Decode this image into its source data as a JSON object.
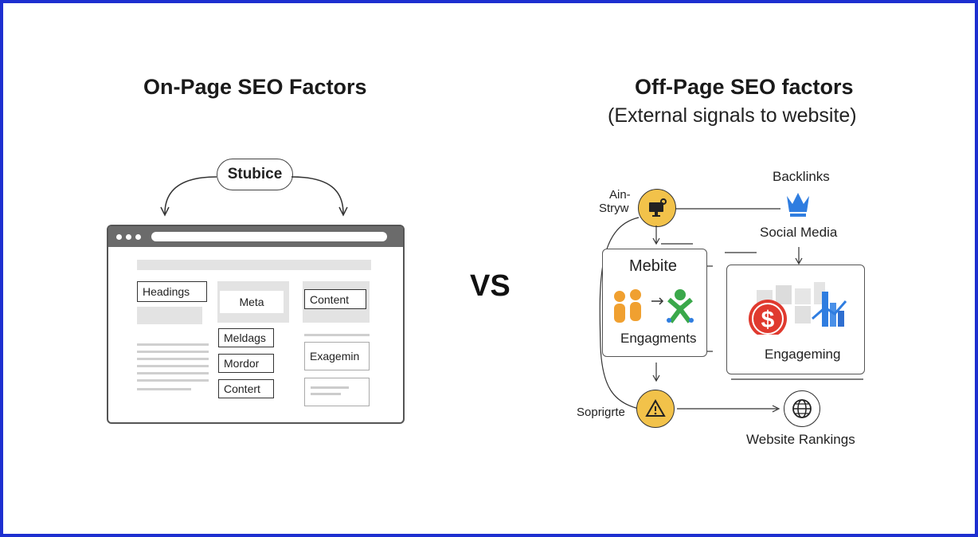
{
  "colors": {
    "frame": "#1d2fd0",
    "accent_yellow": "#f2c24a",
    "accent_blue": "#2f7de0",
    "accent_green": "#3aa84a",
    "accent_orange": "#f0a030",
    "accent_red": "#e03a2f"
  },
  "left": {
    "title": "On-Page SEO Factors",
    "pill": "Stubice",
    "boxes": {
      "headings": "Headings",
      "meta": "Meta",
      "content_top": "Content",
      "meldags": "Meldags",
      "mordor": "Mordor",
      "contert": "Contert",
      "exagemin": "Exagemin"
    }
  },
  "vs": "VS",
  "right": {
    "title": "Off-Page SEO factors",
    "subtitle": "(External signals to website)",
    "labels": {
      "ain": "Ain-",
      "stryw": "Stryw",
      "backlinks": "Backlinks",
      "social_media": "Social Media",
      "mebite": "Mebite",
      "engagments": "Engagments",
      "engageming": "Engageming",
      "soprigrte": "Soprigrte",
      "rankings": "Website Rankings"
    },
    "icons": [
      "monitor-icon",
      "crown-icon",
      "people-icon",
      "dollar-icon",
      "warning-icon",
      "globe-icon"
    ]
  }
}
